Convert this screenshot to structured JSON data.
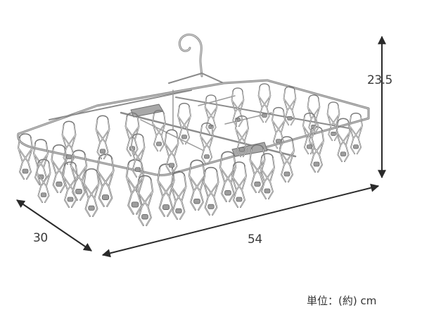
{
  "dimensions": {
    "height": "23.5",
    "depth": "30",
    "width": "54"
  },
  "unit_note": "単位：(約) cm",
  "colors": {
    "frame_steel": "#7d7d7d",
    "frame_highlight": "#d6d6d6",
    "arrow": "#2a2a2a",
    "text": "#3a3a3a"
  },
  "icons": {
    "product": "clothes-hanger-drawing",
    "height_arrow": "double-arrow-vertical",
    "depth_arrow": "double-arrow-diagonal",
    "width_arrow": "double-arrow-horizontal"
  }
}
